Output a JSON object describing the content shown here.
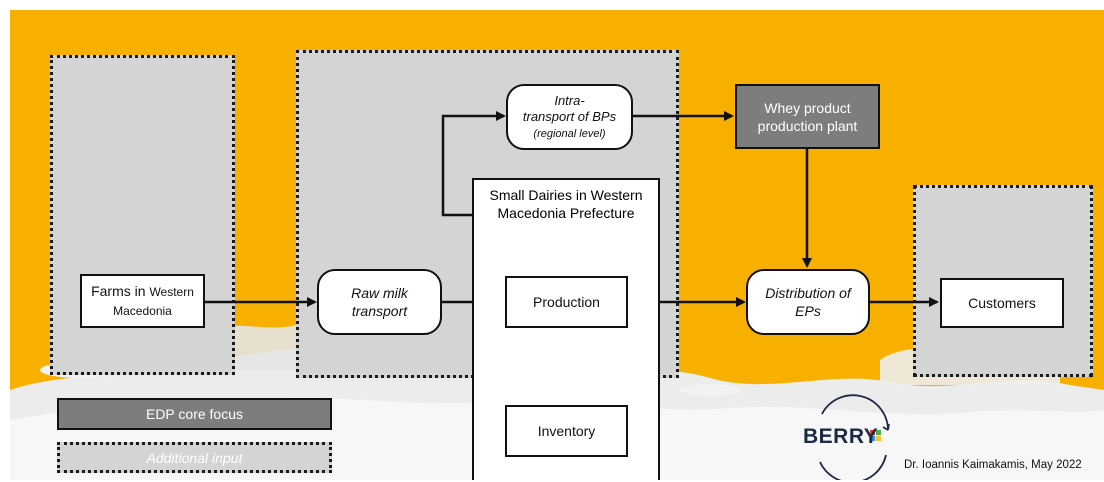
{
  "diagram": {
    "farms": {
      "main": "Farms in",
      "small1": "Western",
      "line2": "Macedonia"
    },
    "raw_milk": {
      "line1": "Raw milk",
      "line2": "transport"
    },
    "intra": {
      "line1": "Intra-",
      "line2": "transport of BPs",
      "line3": "(regional level)"
    },
    "whey": {
      "line1": "Whey product",
      "line2": "production plant"
    },
    "dairies": {
      "line1": "Small Dairies in Western",
      "line2": "Macedonia Prefecture"
    },
    "production": "Production",
    "inventory": "Inventory",
    "distribution": {
      "line1": "Distribution of",
      "line2": "EPs"
    },
    "customers": "Customers"
  },
  "legend": {
    "core": "EDP core focus",
    "additional": "Additional input"
  },
  "logo": {
    "text": "BERRY"
  },
  "footer": {
    "credit": "Dr. Ioannis Kaimakamis, May 2022"
  },
  "colors": {
    "background": "#f8b000",
    "zone_fill": "#d4d4d4",
    "core_fill": "#7d7d7d"
  }
}
